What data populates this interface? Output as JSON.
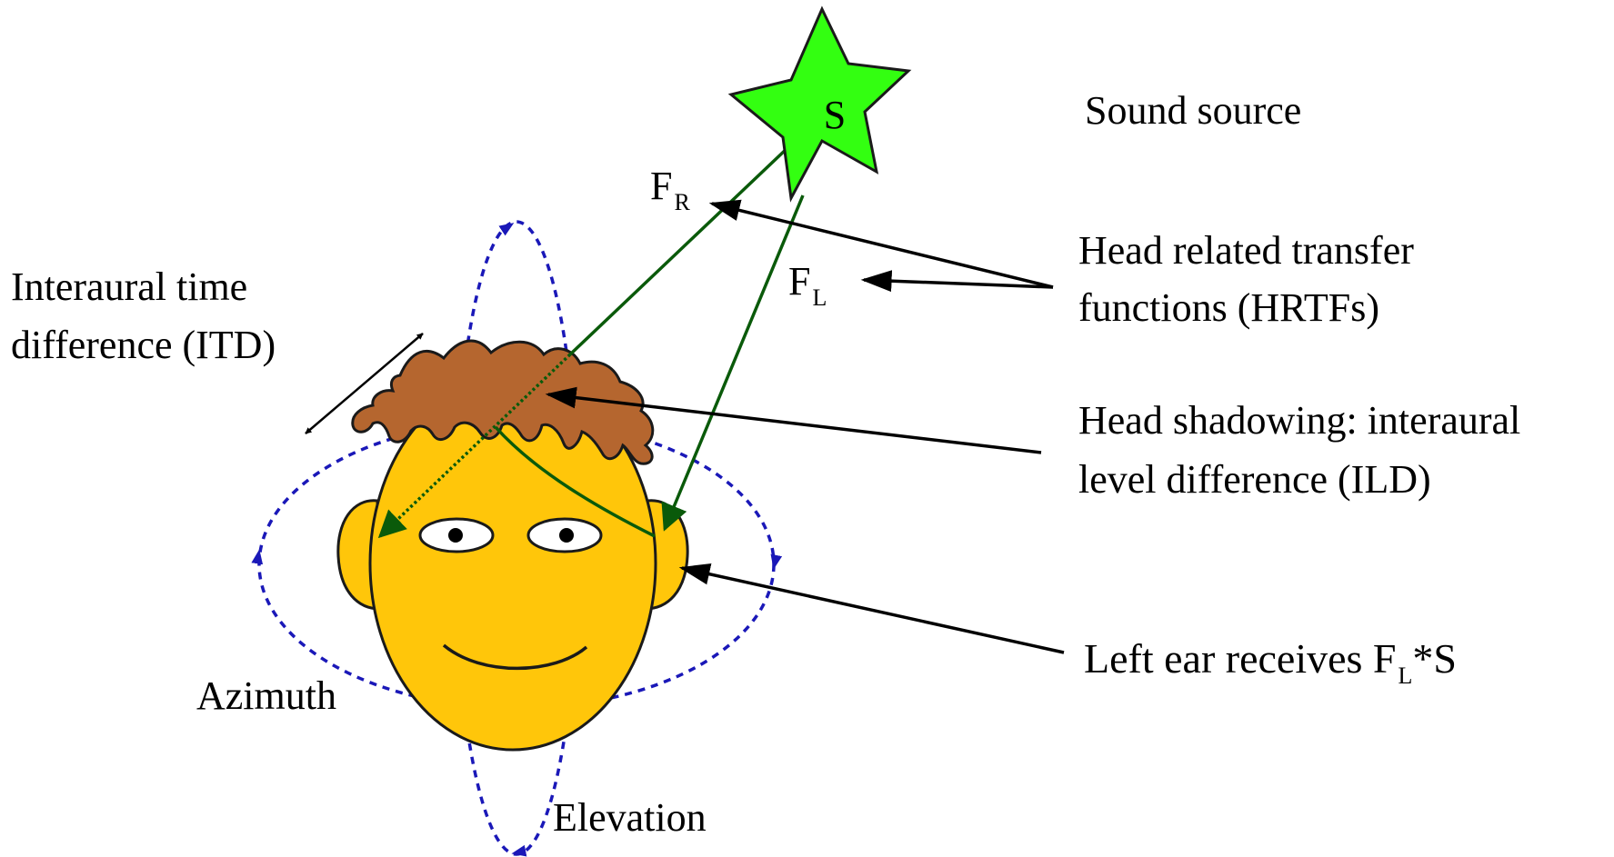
{
  "source": {
    "star_letter": "S",
    "caption": "Sound source"
  },
  "hrtf": {
    "right_main": "F",
    "right_sub": "R",
    "left_main": "F",
    "left_sub": "L",
    "caption_line1": "Head related transfer",
    "caption_line2": "functions (HRTFs)"
  },
  "itd": {
    "line1": "Interaural time",
    "line2": "difference (ITD)"
  },
  "ild": {
    "line1": "Head shadowing: interaural",
    "line2": "level difference (ILD)"
  },
  "left_ear": {
    "prefix": "Left ear receives F",
    "sub": "L",
    "suffix": "*S"
  },
  "axes": {
    "azimuth": "Azimuth",
    "elevation": "Elevation"
  },
  "colors": {
    "star": "#33ff11",
    "face": "#ffc60a",
    "hair": "#b5662f",
    "path": "#0a5a0a",
    "orbit": "#1a18b8",
    "arrow": "#000000"
  }
}
